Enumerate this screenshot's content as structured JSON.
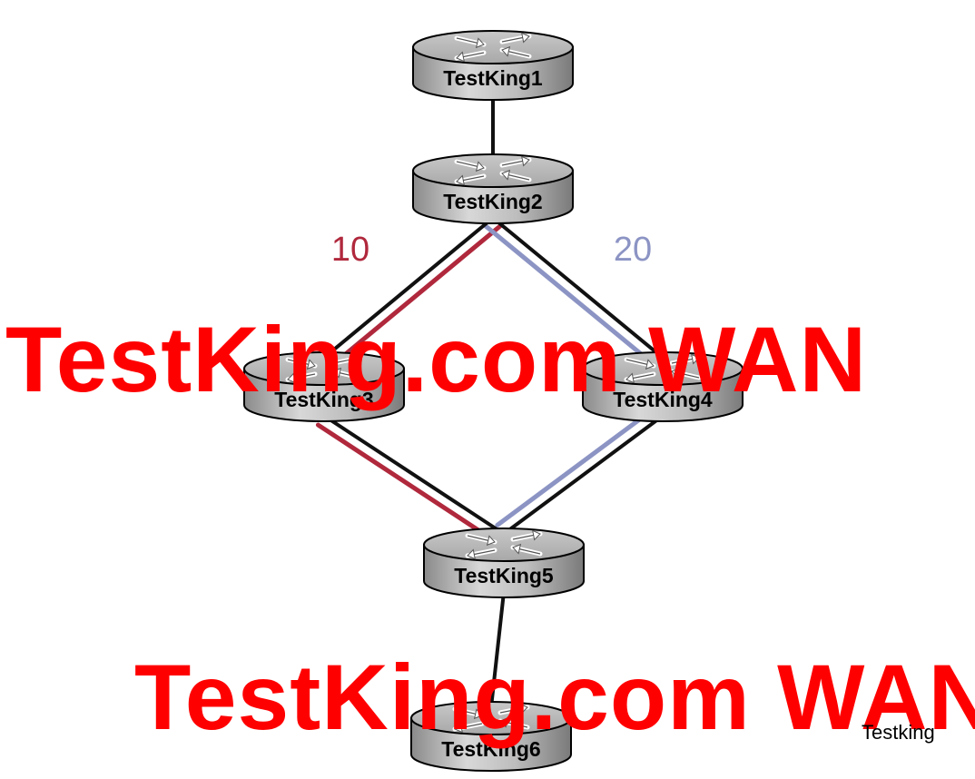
{
  "routers": [
    {
      "id": "r1",
      "label": "TestKing1"
    },
    {
      "id": "r2",
      "label": "TestKing2"
    },
    {
      "id": "r3",
      "label": "TestKing3"
    },
    {
      "id": "r4",
      "label": "TestKing4"
    },
    {
      "id": "r5",
      "label": "TestKing5"
    },
    {
      "id": "r6",
      "label": "TestKing6"
    }
  ],
  "links": [
    {
      "from": "r1",
      "to": "r2"
    },
    {
      "from": "r2",
      "to": "r3"
    },
    {
      "from": "r2",
      "to": "r4"
    },
    {
      "from": "r3",
      "to": "r5"
    },
    {
      "from": "r4",
      "to": "r5"
    },
    {
      "from": "r5",
      "to": "r6"
    }
  ],
  "paths": [
    {
      "metric": "10",
      "color": "#b0283c",
      "hops": [
        "r2",
        "r3",
        "r5"
      ]
    },
    {
      "metric": "20",
      "color": "#8c94c4",
      "hops": [
        "r2",
        "r4",
        "r5"
      ]
    }
  ],
  "watermarks": [
    "TestKing.com WAN",
    "TestKing.com WAN"
  ],
  "watermark_color": "#ff0000",
  "credit": "Testking",
  "icon": "router-icon"
}
